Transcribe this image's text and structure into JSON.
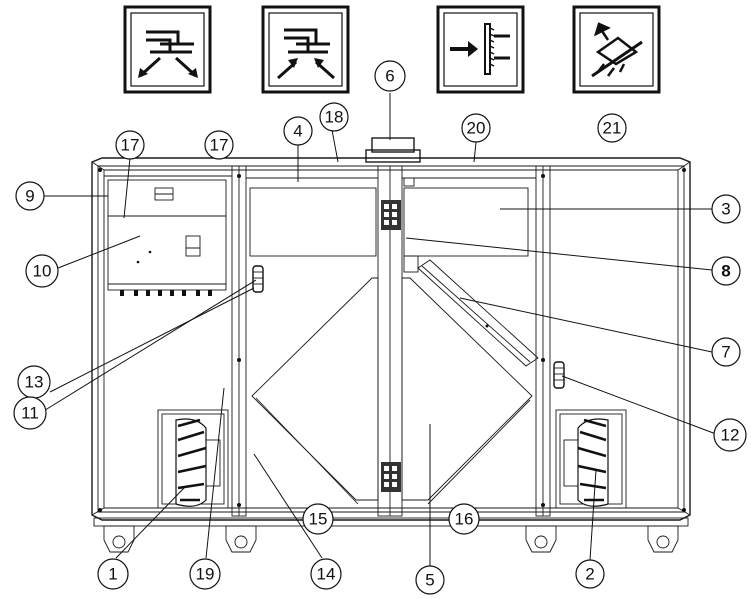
{
  "icons": [
    {
      "name": "supply-air-icon"
    },
    {
      "name": "extract-air-icon"
    },
    {
      "name": "filter-icon"
    },
    {
      "name": "exhaust-fan-icon"
    }
  ],
  "callouts": {
    "c1": "1",
    "c2": "2",
    "c3": "3",
    "c4": "4",
    "c5": "5",
    "c6": "6",
    "c7": "7",
    "c8": "8",
    "c9": "9",
    "c10": "10",
    "c11": "11",
    "c12": "12",
    "c13": "13",
    "c14": "14",
    "c15": "15",
    "c16": "16",
    "c17a": "17",
    "c17b": "17",
    "c18": "18",
    "c19": "19",
    "c20": "20",
    "c21": "21"
  }
}
